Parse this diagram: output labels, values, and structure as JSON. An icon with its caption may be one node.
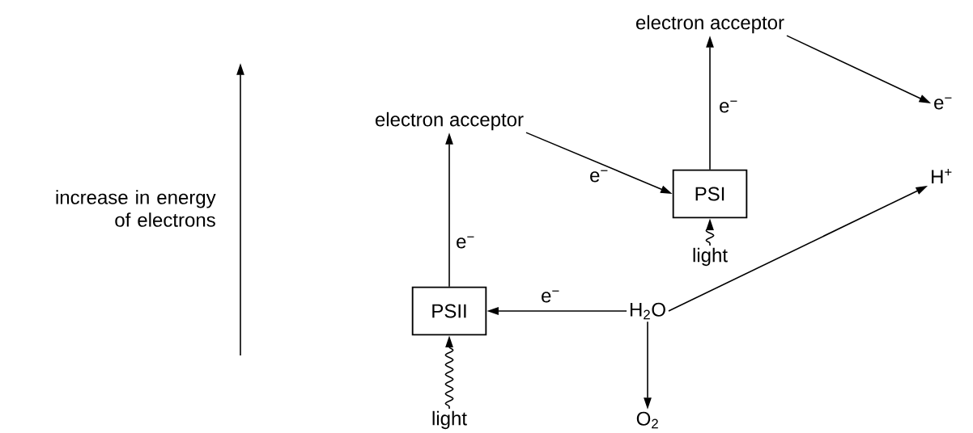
{
  "diagram": {
    "nodes": [
      {
        "text": [
          "electron acceptor"
        ]
      },
      {
        "text": [
          "e$^{−}$"
        ]
      },
      {
        "text": [
          "electron acceptor"
        ]
      },
      {
        "text": [
          "PSI"
        ]
      },
      {
        "text": [
          "H$^{+}$"
        ]
      },
      {
        "text": [
          "light"
        ]
      },
      {
        "text": [
          "PSII"
        ]
      },
      {
        "text": [
          "H$_{2}$O"
        ]
      },
      {
        "text": [
          "light"
        ]
      },
      {
        "text": [
          "O$_{2}$"
        ]
      }
    ],
    "edges": [
      {
        "from": 3,
        "to": 0,
        "arrow": "to",
        "label": "e$^{−}$"
      },
      {
        "from": 0,
        "to": 1,
        "arrow": "to"
      },
      {
        "from": 2,
        "to": 3,
        "arrow": "to",
        "label": "e$^{−}$"
      },
      {
        "from": 7,
        "to": 4,
        "arrow": "to"
      },
      {
        "from": 5,
        "to": 3,
        "arrow": "to"
      },
      {
        "from": 6,
        "to": 2,
        "arrow": "to",
        "label": "e$^{−}$"
      },
      {
        "from": 7,
        "to": 6,
        "arrow": "to",
        "label": "e$^{−}$"
      },
      {
        "from": 8,
        "to": 6,
        "arrow": "to"
      },
      {
        "from": 7,
        "to": 9,
        "arrow": "to"
      }
    ],
    "labels": [
      "increase in energy of electrons"
    ]
  }
}
